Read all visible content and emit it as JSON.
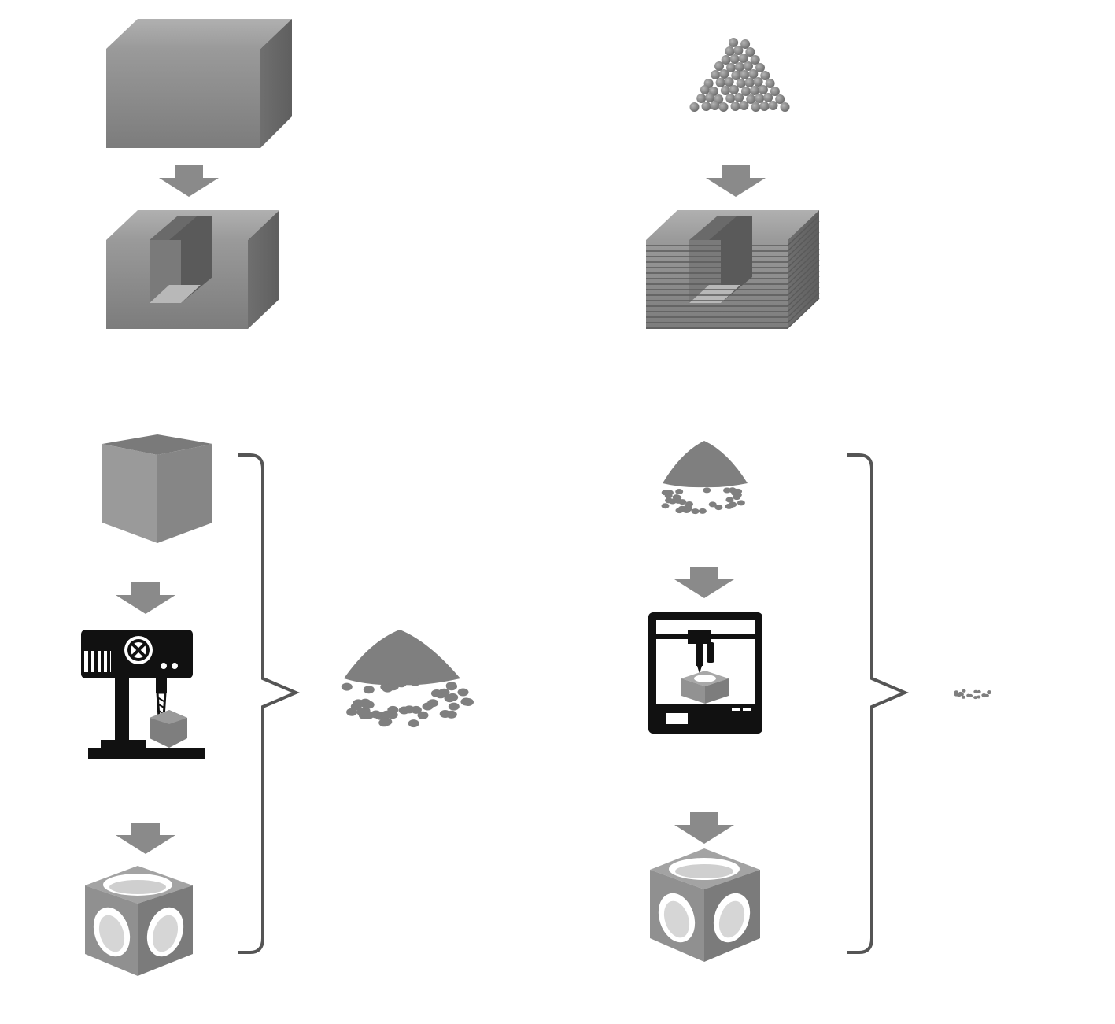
{
  "diagram": {
    "palette": {
      "face": "#8c8c8c",
      "face_light": "#a6a6a6",
      "face_dark": "#6e6e6e",
      "ink": "#111111",
      "bracket": "#555555",
      "background": "#ffffff"
    },
    "top_row": {
      "left": {
        "from": "solid-block",
        "to": "machined-block"
      },
      "right": {
        "from": "particle-pile",
        "to": "layered-block"
      }
    },
    "bottom_row": {
      "left": {
        "stages": [
          "solid-cube",
          "milling-machine",
          "lattice-cube"
        ],
        "waste": "large-powder-heap"
      },
      "right": {
        "stages": [
          "powder-heap",
          "3d-printer",
          "lattice-cube"
        ],
        "waste": "tiny-particle-cluster"
      }
    }
  }
}
